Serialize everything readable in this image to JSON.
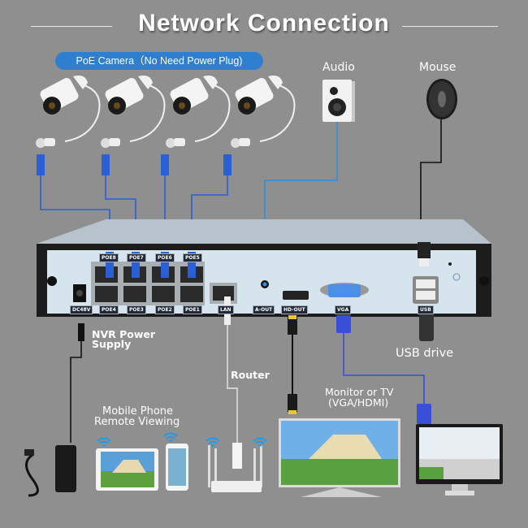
{
  "title": "Network Connection",
  "camera_banner": "PoE Camera（No Need Power Plug)",
  "devices": {
    "audio": "Audio",
    "mouse": "Mouse",
    "usb_drive": "USB drive",
    "nvr_power": [
      "NVR Power",
      "Supply"
    ],
    "router": "Router",
    "mobile": [
      "Mobile Phone",
      "Remote Viewing"
    ],
    "monitor": [
      "Monitor or TV",
      "(VGA/HDMI)"
    ]
  },
  "nvr_ports": {
    "top_row": [
      "POE8",
      "POE7",
      "POE6",
      "POE5"
    ],
    "bottom_row": [
      "POE4",
      "POE3",
      "POE2",
      "POE1"
    ],
    "dc": "DC48V",
    "lan": "LAN",
    "aout": "A-OUT",
    "hdout": "HD-OUT",
    "vga": "VGA",
    "usb": "USB"
  },
  "colors": {
    "background": "#8f8f8f",
    "banner": "#2f7fd0",
    "poe_cable": "#2a5fd6",
    "audio_cable": "#2e8fe0",
    "vga_cable": "#3a4fd8",
    "nvr_panel": "#d6e4ee",
    "nvr_body": "#1c1c1c"
  }
}
